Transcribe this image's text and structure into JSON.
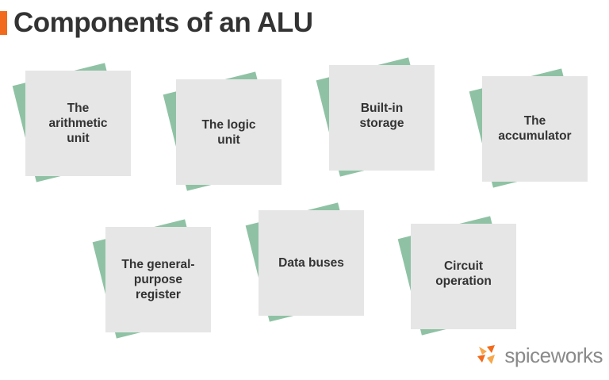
{
  "title": "Components of an ALU",
  "colors": {
    "accent": "#f26a1b",
    "card_front": "#e6e6e6",
    "card_back": "#8fc2a4",
    "text": "#333333"
  },
  "cards": [
    {
      "label": "The\narithmetic\nunit"
    },
    {
      "label": "The logic\nunit"
    },
    {
      "label": "Built-in\nstorage"
    },
    {
      "label": "The\naccumulator"
    },
    {
      "label": "The general-\npurpose\nregister"
    },
    {
      "label": "Data buses"
    },
    {
      "label": "Circuit\noperation"
    }
  ],
  "logo": {
    "text": "spiceworks",
    "icon": "spiceworks-logo-icon"
  }
}
